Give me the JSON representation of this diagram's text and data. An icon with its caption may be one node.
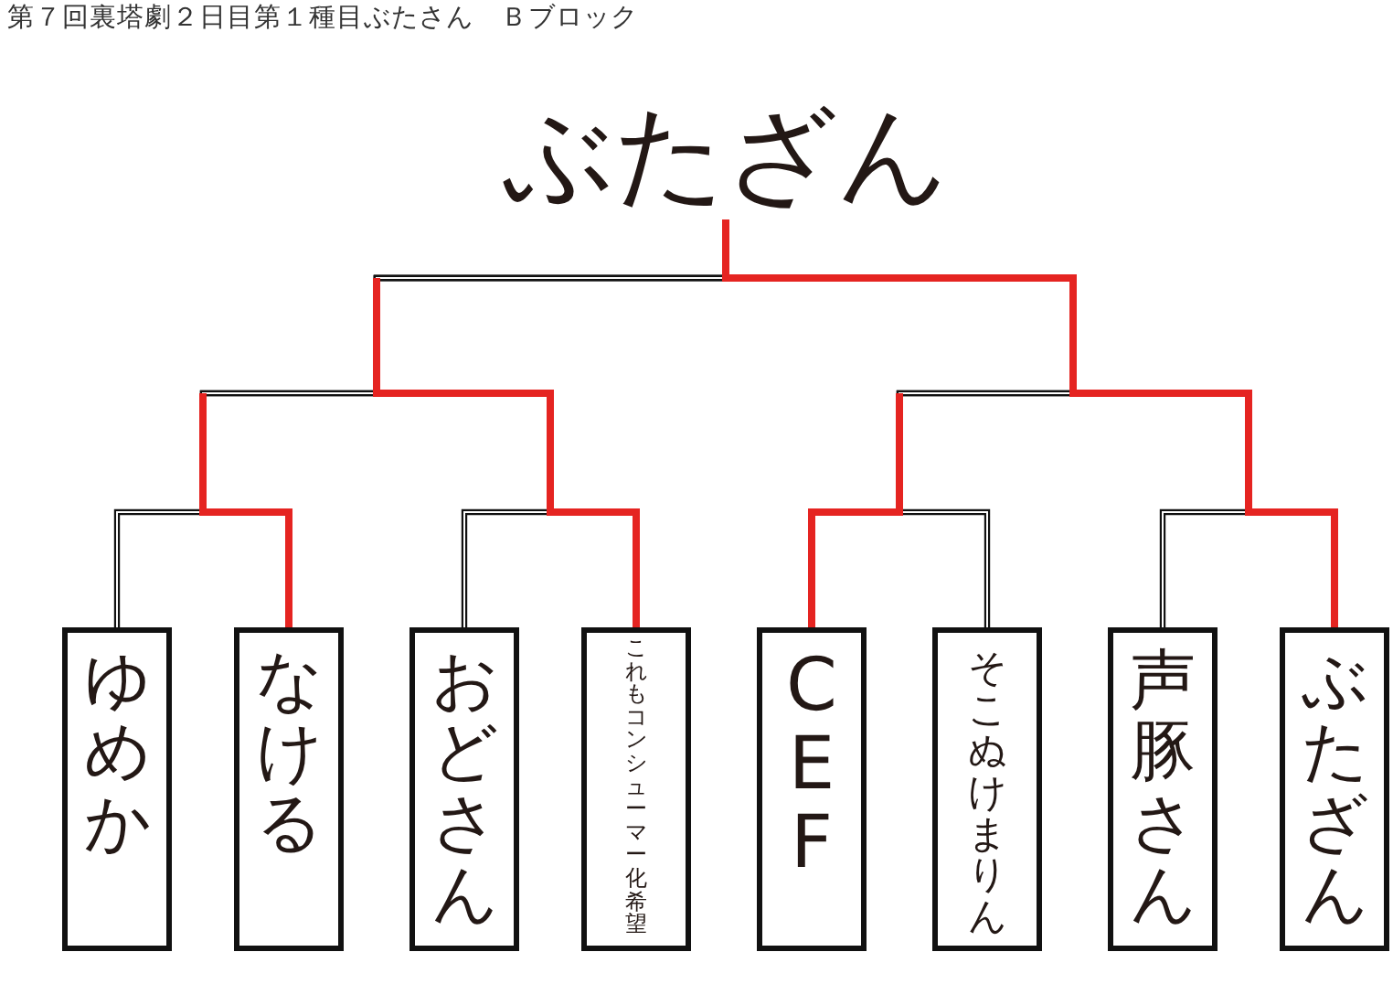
{
  "diagram": {
    "title": "第７回裏塔劇２日目第１種目ぶたさん　Ｂブロック",
    "nodes": [
      {
        "text": [
          "ぶたざん"
        ]
      },
      {
        "text": [
          "ゆめか"
        ]
      },
      {
        "text": [
          "なける"
        ]
      },
      {
        "text": [
          "おどさん"
        ]
      },
      {
        "text": [
          "これもコンシューマー化希望"
        ]
      },
      {
        "text": [
          "CEF"
        ]
      },
      {
        "text": [
          "そこぬけまりん"
        ]
      },
      {
        "text": [
          "声豚さん"
        ]
      },
      {
        "text": [
          "ぶたざん"
        ]
      }
    ],
    "edges": [
      {
        "from": 1,
        "to": 0,
        "arrow": "none"
      },
      {
        "from": 2,
        "to": 0,
        "arrow": "none"
      },
      {
        "from": 3,
        "to": 0,
        "arrow": "none"
      },
      {
        "from": 4,
        "to": 0,
        "arrow": "none"
      },
      {
        "from": 5,
        "to": 0,
        "arrow": "none"
      },
      {
        "from": 6,
        "to": 0,
        "arrow": "none"
      },
      {
        "from": 7,
        "to": 0,
        "arrow": "none"
      },
      {
        "from": 8,
        "to": 0,
        "arrow": "none",
        "color": "#e52421"
      }
    ]
  }
}
